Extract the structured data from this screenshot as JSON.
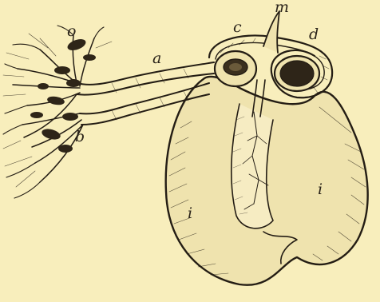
{
  "figure": {
    "labels": {
      "o": "o",
      "a": "a",
      "b": "b",
      "c": "c",
      "m": "m",
      "d": "d",
      "i_left": "i",
      "i_right": "i"
    }
  }
}
